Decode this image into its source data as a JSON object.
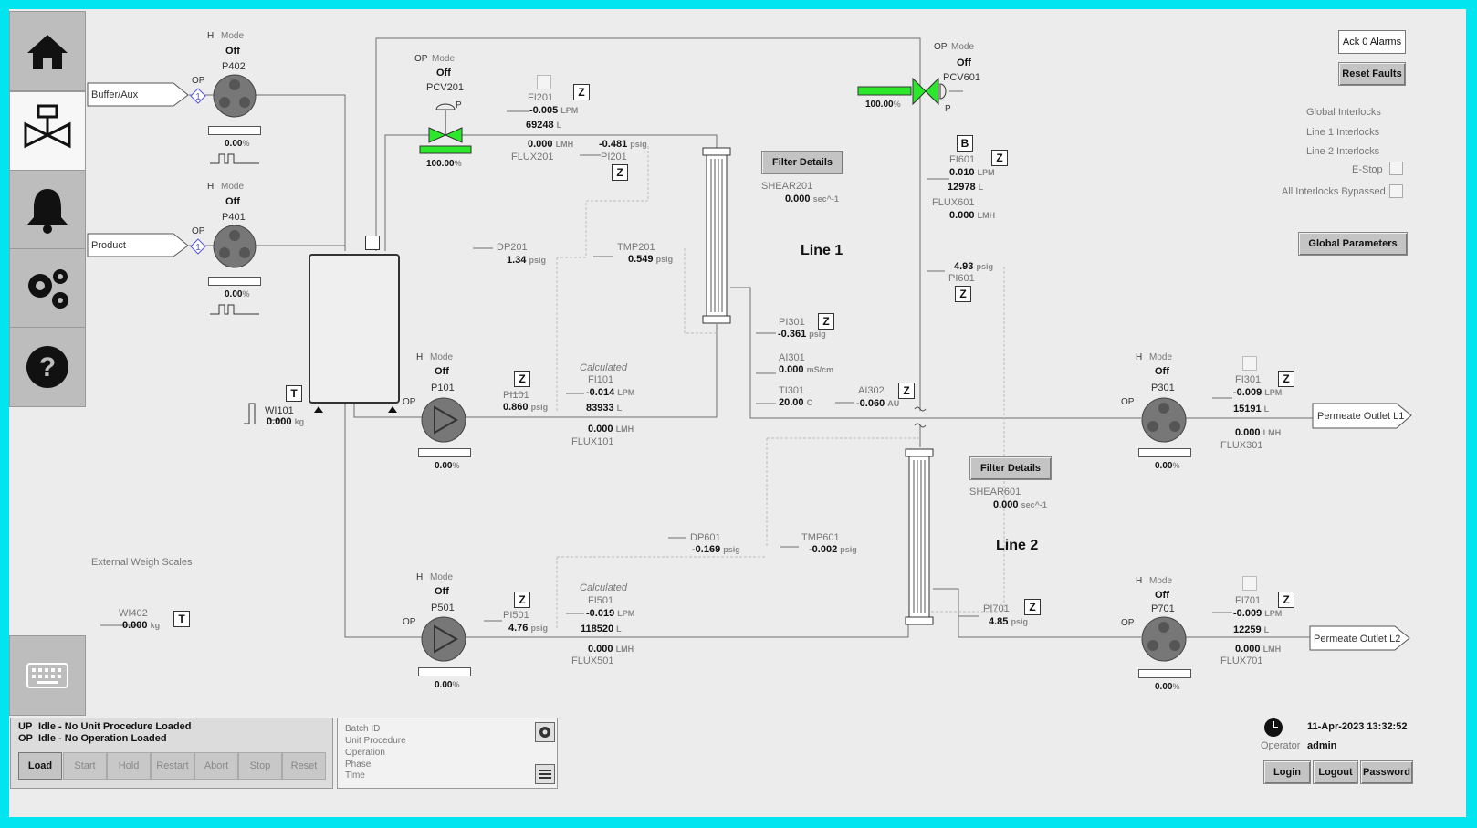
{
  "nav": {
    "home": "home-icon",
    "equipment": "valve-icon",
    "alarms": "bell-icon",
    "settings": "gear-icon",
    "help": "help-icon",
    "keyboard": "keyboard-icon"
  },
  "top_right": {
    "ack_alarms": "Ack 0 Alarms",
    "reset_faults": "Reset Faults",
    "global_parameters": "Global Parameters",
    "interlocks": [
      "Global Interlocks",
      "Line 1 Interlocks",
      "Line 2 Interlocks",
      "E-Stop",
      "All Interlocks Bypassed"
    ]
  },
  "sources": {
    "buffer": "Buffer/Aux",
    "product": "Product"
  },
  "outlets": {
    "l1": "Permeate Outlet L1",
    "l2": "Permeate Outlet L2"
  },
  "pumps": {
    "p402": {
      "h": "H",
      "mode_label": "Mode",
      "mode": "Off",
      "name": "P402",
      "op": "OP",
      "marker": "1",
      "speed": "0.00",
      "unit": "%"
    },
    "p401": {
      "h": "H",
      "mode_label": "Mode",
      "mode": "Off",
      "name": "P401",
      "op": "OP",
      "marker": "1",
      "speed": "0.00",
      "unit": "%"
    },
    "p101": {
      "h": "H",
      "mode_label": "Mode",
      "mode": "Off",
      "name": "P101",
      "op": "OP",
      "speed": "0.00",
      "unit": "%"
    },
    "p501": {
      "h": "H",
      "mode_label": "Mode",
      "mode": "Off",
      "name": "P501",
      "op": "OP",
      "speed": "0.00",
      "unit": "%"
    },
    "p301": {
      "h": "H",
      "mode_label": "Mode",
      "mode": "Off",
      "name": "P301",
      "op": "OP",
      "speed": "0.00",
      "unit": "%"
    },
    "p701": {
      "h": "H",
      "mode_label": "Mode",
      "mode": "Off",
      "name": "P701",
      "op": "OP",
      "speed": "0.00",
      "unit": "%"
    }
  },
  "valves": {
    "pcv201": {
      "op": "OP",
      "mode_label": "Mode",
      "mode": "Off",
      "name": "PCV201",
      "p": "P",
      "pos": "100.00",
      "unit": "%"
    },
    "pcv601": {
      "op": "OP",
      "mode_label": "Mode",
      "mode": "Off",
      "name": "PCV601",
      "p": "P",
      "pos": "100.00",
      "unit": "%"
    }
  },
  "instruments": {
    "fi201": {
      "name": "FI201",
      "z": "Z",
      "val": "-0.005",
      "unit": "LPM",
      "total": "69248",
      "tunit": "L"
    },
    "flux201": {
      "name": "FLUX201",
      "val": "0.000",
      "unit": "LMH"
    },
    "pi201": {
      "name": "PI201",
      "z": "Z",
      "val": "-0.481",
      "unit": "psig"
    },
    "dp201": {
      "name": "DP201",
      "val": "1.34",
      "unit": "psig"
    },
    "tmp201": {
      "name": "TMP201",
      "val": "0.549",
      "unit": "psig"
    },
    "shear201": {
      "name": "SHEAR201",
      "val": "0.000",
      "unit": "sec^-1"
    },
    "pi301": {
      "name": "PI301",
      "z": "Z",
      "val": "-0.361",
      "unit": "psig"
    },
    "ai301": {
      "name": "AI301",
      "val": "0.000",
      "unit": "mS/cm"
    },
    "ti301": {
      "name": "TI301",
      "val": "20.00",
      "unit": "C"
    },
    "ai302": {
      "name": "AI302",
      "z": "Z",
      "val": "-0.060",
      "unit": "AU"
    },
    "pi101": {
      "name": "PI101",
      "z": "Z",
      "val": "0.860",
      "unit": "psig"
    },
    "fi101": {
      "calc": "Calculated",
      "name": "FI101",
      "val": "-0.014",
      "unit": "LPM",
      "total": "83933",
      "tunit": "L"
    },
    "flux101": {
      "name": "FLUX101",
      "val": "0.000",
      "unit": "LMH"
    },
    "wi101": {
      "name": "WI101",
      "t": "T",
      "val": "0.000",
      "unit": "kg"
    },
    "fi601": {
      "name": "FI601",
      "b": "B",
      "z": "Z",
      "val": "0.010",
      "unit": "LPM",
      "total": "12978",
      "tunit": "L"
    },
    "flux601": {
      "name": "FLUX601",
      "val": "0.000",
      "unit": "LMH"
    },
    "pi601": {
      "name": "PI601",
      "z": "Z",
      "val": "4.93",
      "unit": "psig"
    },
    "fi301": {
      "name": "FI301",
      "z": "Z",
      "val": "-0.009",
      "unit": "LPM",
      "total": "15191",
      "tunit": "L"
    },
    "flux301": {
      "name": "FLUX301",
      "val": "0.000",
      "unit": "LMH"
    },
    "dp601": {
      "name": "DP601",
      "val": "-0.169",
      "unit": "psig"
    },
    "tmp601": {
      "name": "TMP601",
      "val": "-0.002",
      "unit": "psig"
    },
    "shear601": {
      "name": "SHEAR601",
      "val": "0.000",
      "unit": "sec^-1"
    },
    "pi501": {
      "name": "PI501",
      "z": "Z",
      "val": "4.76",
      "unit": "psig"
    },
    "fi501": {
      "calc": "Calculated",
      "name": "FI501",
      "val": "-0.019",
      "unit": "LPM",
      "total": "118520",
      "tunit": "L"
    },
    "flux501": {
      "name": "FLUX501",
      "val": "0.000",
      "unit": "LMH"
    },
    "pi701": {
      "name": "PI701",
      "z": "Z",
      "val": "4.85",
      "unit": "psig"
    },
    "fi701": {
      "name": "FI701",
      "z": "Z",
      "val": "-0.009",
      "unit": "LPM",
      "total": "12259",
      "tunit": "L"
    },
    "flux701": {
      "name": "FLUX701",
      "val": "0.000",
      "unit": "LMH"
    },
    "wi402": {
      "name": "WI402",
      "t": "T",
      "val": "0.000",
      "unit": "kg"
    }
  },
  "filters": {
    "details": "Filter Details",
    "line1": "Line 1",
    "line2": "Line 2"
  },
  "scales_label": "External Weigh Scales",
  "procedure": {
    "up_tag": "UP",
    "up_text": "Idle - No Unit Procedure Loaded",
    "op_tag": "OP",
    "op_text": "Idle - No Operation Loaded",
    "buttons": [
      "Load",
      "Start",
      "Hold",
      "Restart",
      "Abort",
      "Stop",
      "Reset"
    ]
  },
  "batch": {
    "labels": [
      "Batch ID",
      "Unit Procedure",
      "Operation",
      "Phase",
      "Time"
    ]
  },
  "session": {
    "datetime": "11-Apr-2023 13:32:52",
    "role": "Operator",
    "user": "admin",
    "login": "Login",
    "logout": "Logout",
    "password": "Password"
  }
}
